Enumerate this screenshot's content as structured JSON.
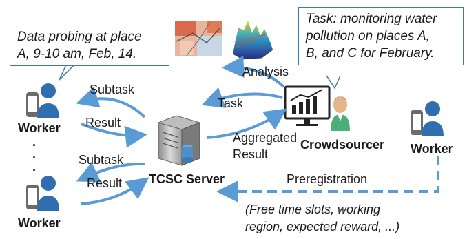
{
  "callouts": {
    "worker_task": [
      "Data probing at place",
      "A, 9-10 am, Feb, 14."
    ],
    "crowdsourcer_task": [
      "Task: monitoring water",
      "pollution on places A,",
      "B, and C for February."
    ]
  },
  "labels": {
    "analysis": "Analysis",
    "task": "Task",
    "aggregated_result": [
      "Aggregated",
      "Result"
    ],
    "subtask_top": "Subtask",
    "result_top": "Result",
    "subtask_bottom": "Subtask",
    "result_bottom": "Result",
    "preregistration": "Preregistration",
    "preregistration_info": [
      "(Free time slots, working",
      "region, expected reward, ...)"
    ]
  },
  "nodes": {
    "worker_top": "Worker",
    "worker_bottom": "Worker",
    "worker_right": "Worker",
    "server": "TCSC Server",
    "crowdsourcer": "Crowdsourcer",
    "ellipsis": "."
  },
  "colors": {
    "arrow": "#5b9bd5",
    "callout_border": "#3a78b6",
    "person": "#2f6fb0",
    "phone": "#6b6b6b"
  },
  "icons": {
    "person": "person-icon",
    "phone": "smartphone-icon",
    "server": "server-icon",
    "monitor_chart": "chart-monitor-icon",
    "map": "heatmap-icon",
    "plot3d": "3d-plot-icon"
  }
}
